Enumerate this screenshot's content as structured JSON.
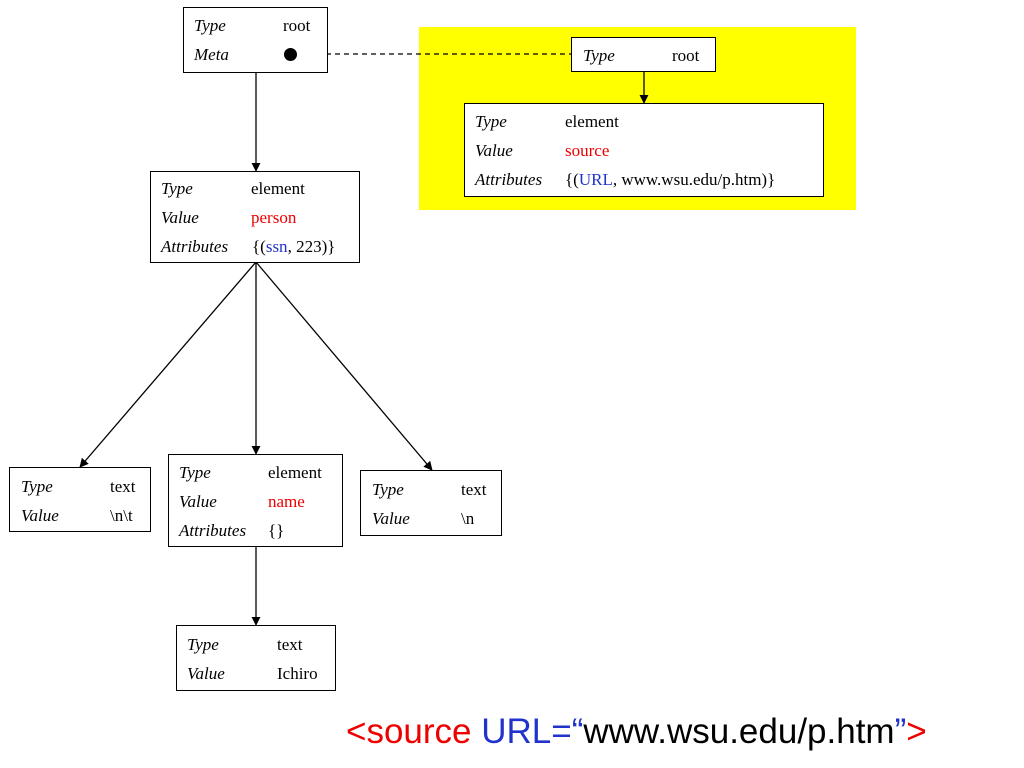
{
  "colors": {
    "highlight": "#ffff00",
    "value_red": "#ee0000",
    "attr_blue": "#2233cc"
  },
  "nodes": {
    "root": {
      "type_label": "Type",
      "type_value": "root",
      "meta_label": "Meta"
    },
    "meta_root": {
      "type_label": "Type",
      "type_value": "root"
    },
    "source": {
      "type_label": "Type",
      "type_value": "element",
      "value_label": "Value",
      "value_value": "source",
      "attr_label": "Attributes",
      "attr_open": "{(",
      "attr_name": "URL",
      "attr_rest": ", www.wsu.edu/p.htm)}"
    },
    "person": {
      "type_label": "Type",
      "type_value": "element",
      "value_label": "Value",
      "value_value": "person",
      "attr_label": "Attributes",
      "attr_open": "{(",
      "attr_name": "ssn",
      "attr_rest": ", 223)}"
    },
    "text1": {
      "type_label": "Type",
      "type_value": "text",
      "value_label": "Value",
      "value_value": "\\n\\t"
    },
    "name": {
      "type_label": "Type",
      "type_value": "element",
      "value_label": "Value",
      "value_value": "name",
      "attr_label": "Attributes",
      "attr_value": "{}"
    },
    "text2": {
      "type_label": "Type",
      "type_value": "text",
      "value_label": "Value",
      "value_value": "\\n"
    },
    "ichiro": {
      "type_label": "Type",
      "type_value": "text",
      "value_label": "Value",
      "value_value": "Ichiro"
    }
  },
  "caption": {
    "open": "<source ",
    "attr": "URL=",
    "quote_open": "“",
    "url": "www.wsu.edu/p.htm",
    "quote_close": "”",
    "close": ">"
  }
}
